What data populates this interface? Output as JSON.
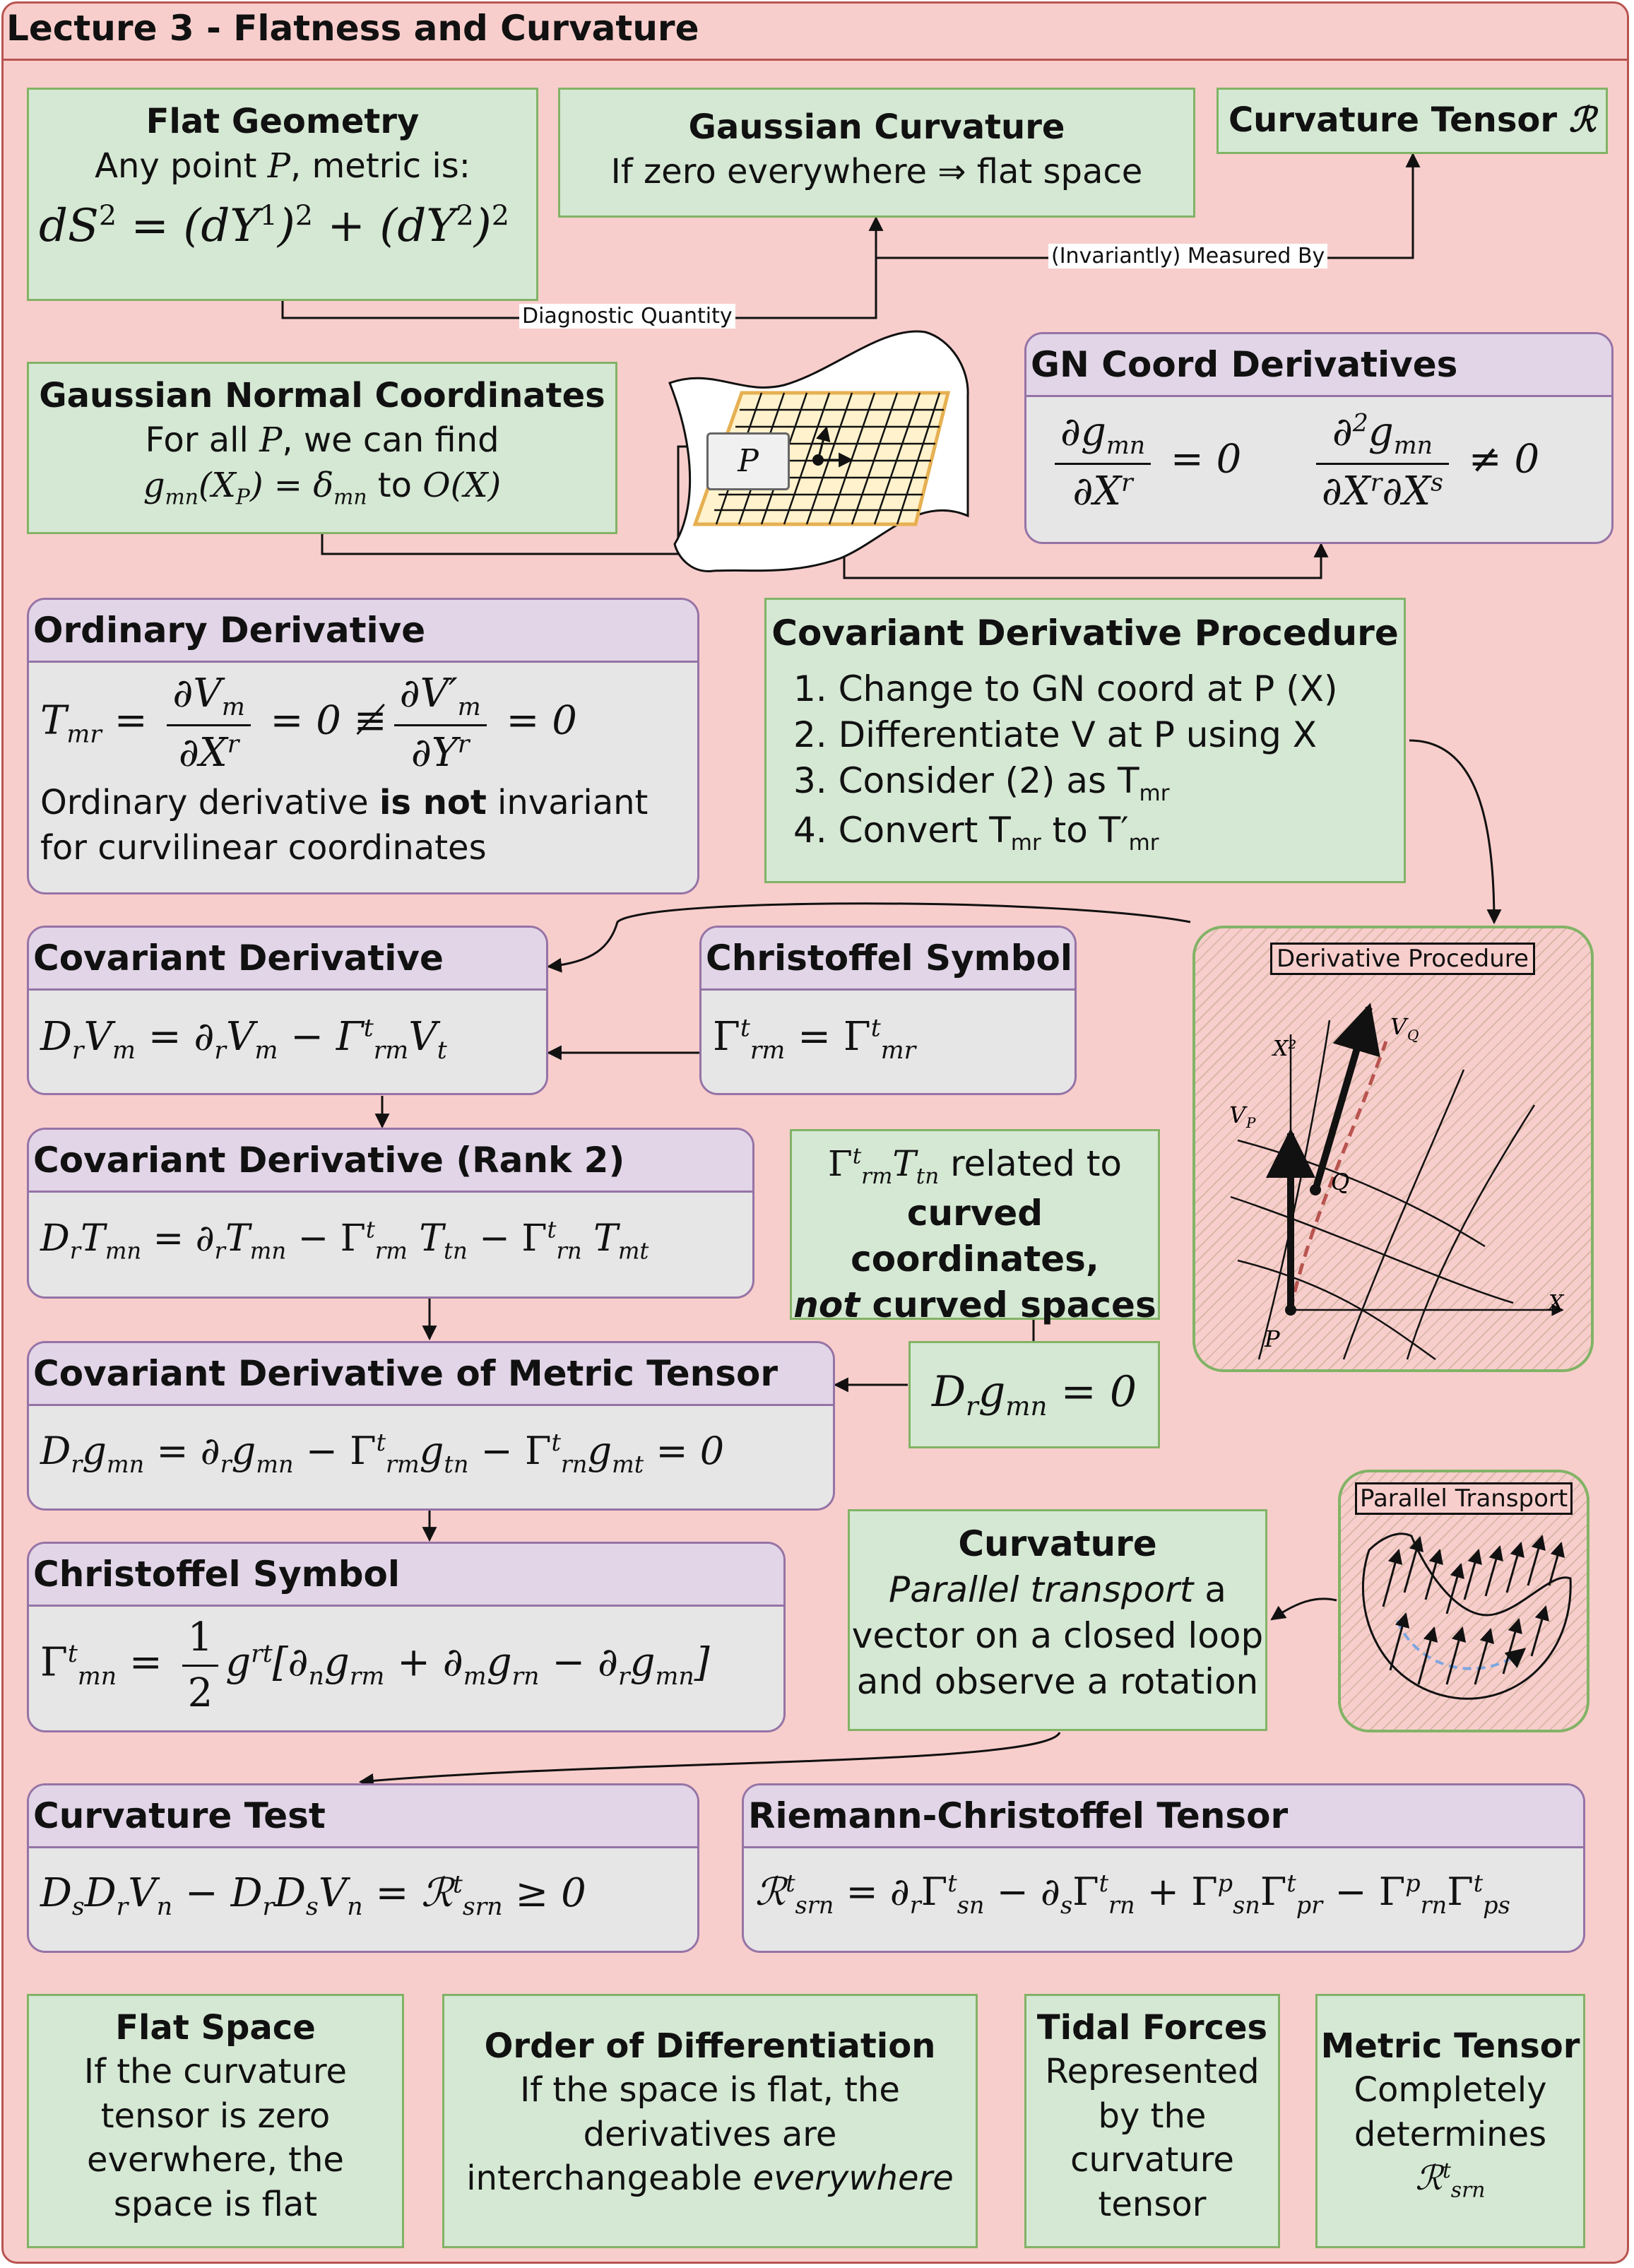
{
  "title": "Lecture 3 - Flatness and Curvature",
  "flat_geometry": {
    "heading": "Flat Geometry",
    "line_prefix": "Any point ",
    "line_var": "P",
    "line_suffix": ", metric is:",
    "eq_lhs": "dS",
    "eq_mid": " = (dY",
    "eq_mid2": ")",
    "eq_plus": " + (dY",
    "eq_end": ")"
  },
  "gaussian_curvature": {
    "heading": "Gaussian Curvature",
    "text": "If zero everywhere ⇒ flat space"
  },
  "curvature_tensor": {
    "heading": "Curvature Tensor ",
    "symbol": "ℛ"
  },
  "edge_labels": {
    "diagnostic": "Diagnostic Quantity",
    "measured": "(Invariantly) Measured By"
  },
  "gn_coordinates": {
    "heading": "Gaussian Normal Coordinates",
    "line1_prefix": "For all ",
    "line1_var": "P",
    "line1_suffix": ", we can find",
    "eq_prefix": "g",
    "eq_sub": "mn",
    "eq_arg": "(X",
    "eq_arg_sub": "P",
    "eq_arg_end": ") = δ",
    "eq_delta_sub": "mn",
    "to_word": " to ",
    "order": "O(X)"
  },
  "surface_label": "P",
  "gn_derivatives": {
    "heading": "GN Coord Derivatives",
    "frac1_num": "∂g",
    "frac1_num_sub": "mn",
    "frac1_den": "∂X",
    "frac1_den_sup": "r",
    "eq1": " = 0",
    "frac2_num": "∂",
    "frac2_num_sup": "2",
    "frac2_num_g": "g",
    "frac2_num_sub": "mn",
    "frac2_den": "∂X",
    "frac2_den_sup": "r",
    "frac2_den2": "∂X",
    "frac2_den2_sup": "s",
    "eq2": " ≠ 0"
  },
  "ordinary_derivative": {
    "heading": "Ordinary Derivative",
    "lhs": "T",
    "lhs_sub": "mr",
    "eq_sign": " = ",
    "f1_num": "∂V",
    "f1_num_sub": "m",
    "f1_den": "∂X",
    "f1_den_sup": "r",
    "eq_zero": " = 0 ",
    "not_equiv": "≢",
    "f2_num": "∂V′",
    "f2_num_sub": "m",
    "f2_den": "∂Y",
    "f2_den_sup": "r",
    "eq_zero2": " = 0",
    "text1": "Ordinary derivative ",
    "text_bold": "is not",
    "text2": " invariant",
    "text3": "for curvilinear coordinates"
  },
  "procedure": {
    "heading": "Covariant Derivative Procedure",
    "steps": [
      "1. Change to GN coord at P (X)",
      "2. Differentiate V at P using X",
      "3. Consider (2) as T",
      "4. Convert T"
    ],
    "s3_sub": "mr",
    "s4_sub": "mr",
    "s4_to": " to T′",
    "s4_to_sub": "mr"
  },
  "derivative_procedure": {
    "label": "Derivative Procedure",
    "axis_x": "X",
    "axis_y": "X²",
    "vp": "V",
    "vp_sub": "P",
    "vq": "V",
    "vq_sub": "Q",
    "p": "P",
    "q": "Q"
  },
  "covariant_derivative": {
    "heading": "Covariant Derivative",
    "eq": "D",
    "eq_sub_r": "r",
    "eq_v": "V",
    "eq_sub_m": "m",
    "eq_mid": " = ∂",
    "eq_sub_r2": "r",
    "eq_v2": "V",
    "eq_sub_m2": "m",
    "eq_minus": " − Γ",
    "eq_sup_t": "t",
    "eq_sub_rm": "rm",
    "eq_vt": "V",
    "eq_sub_t": "t"
  },
  "christoffel_symmetry": {
    "heading": "Christoffel Symbol",
    "eq_lhs": "Γ",
    "eq_sup": "t",
    "eq_sub": "rm",
    "eq_mid": " = Γ",
    "eq_sup2": "t",
    "eq_sub2": "mr"
  },
  "covariant_rank2": {
    "heading": "Covariant Derivative (Rank 2)",
    "eq": "D_rT_mn = ∂_rT_mn − Γ^t_rm T_tn − Γ^t_rn T_mt"
  },
  "related_note": {
    "eq": "Γ",
    "eq_sup": "t",
    "eq_sub": "rm",
    "eq_t": "T",
    "eq_t_sub": "tn",
    "line1_suffix": " related to",
    "line2": "curved coordinates,",
    "line3_italic": "not",
    "line3_rest": " curved spaces"
  },
  "metric_derivative": {
    "heading": "Covariant Derivative of Metric Tensor"
  },
  "metric_zero": {
    "eq_d": "D",
    "eq_d_sub": "r",
    "eq_g": "g",
    "eq_g_sub": "mn",
    "eq_end": " = 0"
  },
  "christoffel_formula": {
    "heading": "Christoffel Symbol",
    "lhs": "Γ",
    "lhs_sup": "t",
    "lhs_sub": "mn",
    "eq": " = ",
    "num": "1",
    "den": "2",
    "g": "g",
    "g_sup": "rt",
    "bracket": "[∂",
    "b1": "n",
    "g1": "g",
    "g1_sub": "rm",
    "plus": " + ∂",
    "b2": "m",
    "g2": "g",
    "g2_sub": "rn",
    "minus": " − ∂",
    "b3": "r",
    "g3": "g",
    "g3_sub": "mn",
    "close": "]"
  },
  "curvature": {
    "heading": "Curvature",
    "line1_italic": "Parallel transport",
    "line1_rest": " a",
    "line2": "vector on a closed loop",
    "line3": "and observe a rotation"
  },
  "parallel_transport": {
    "label": "Parallel Transport"
  },
  "curvature_test": {
    "heading": "Curvature Test"
  },
  "riemann": {
    "heading": "Riemann-Christoffel Tensor"
  },
  "flat_space": {
    "heading": "Flat Space",
    "lines": [
      "If the curvature",
      "tensor is zero",
      "everwhere, the",
      "space is flat"
    ]
  },
  "order_diff": {
    "heading": "Order of Differentiation",
    "lines": [
      "If the space is flat, the",
      "derivatives are"
    ],
    "line3_prefix": "interchangeable ",
    "line3_italic": "everywhere"
  },
  "tidal": {
    "heading": "Tidal Forces",
    "lines": [
      "Represented",
      "by the",
      "curvature",
      "tensor"
    ]
  },
  "metric_tensor": {
    "heading": "Metric Tensor",
    "lines": [
      "Completely",
      "determines"
    ],
    "sym": "ℛ",
    "sym_sup": "t",
    "sym_sub": "srn"
  }
}
